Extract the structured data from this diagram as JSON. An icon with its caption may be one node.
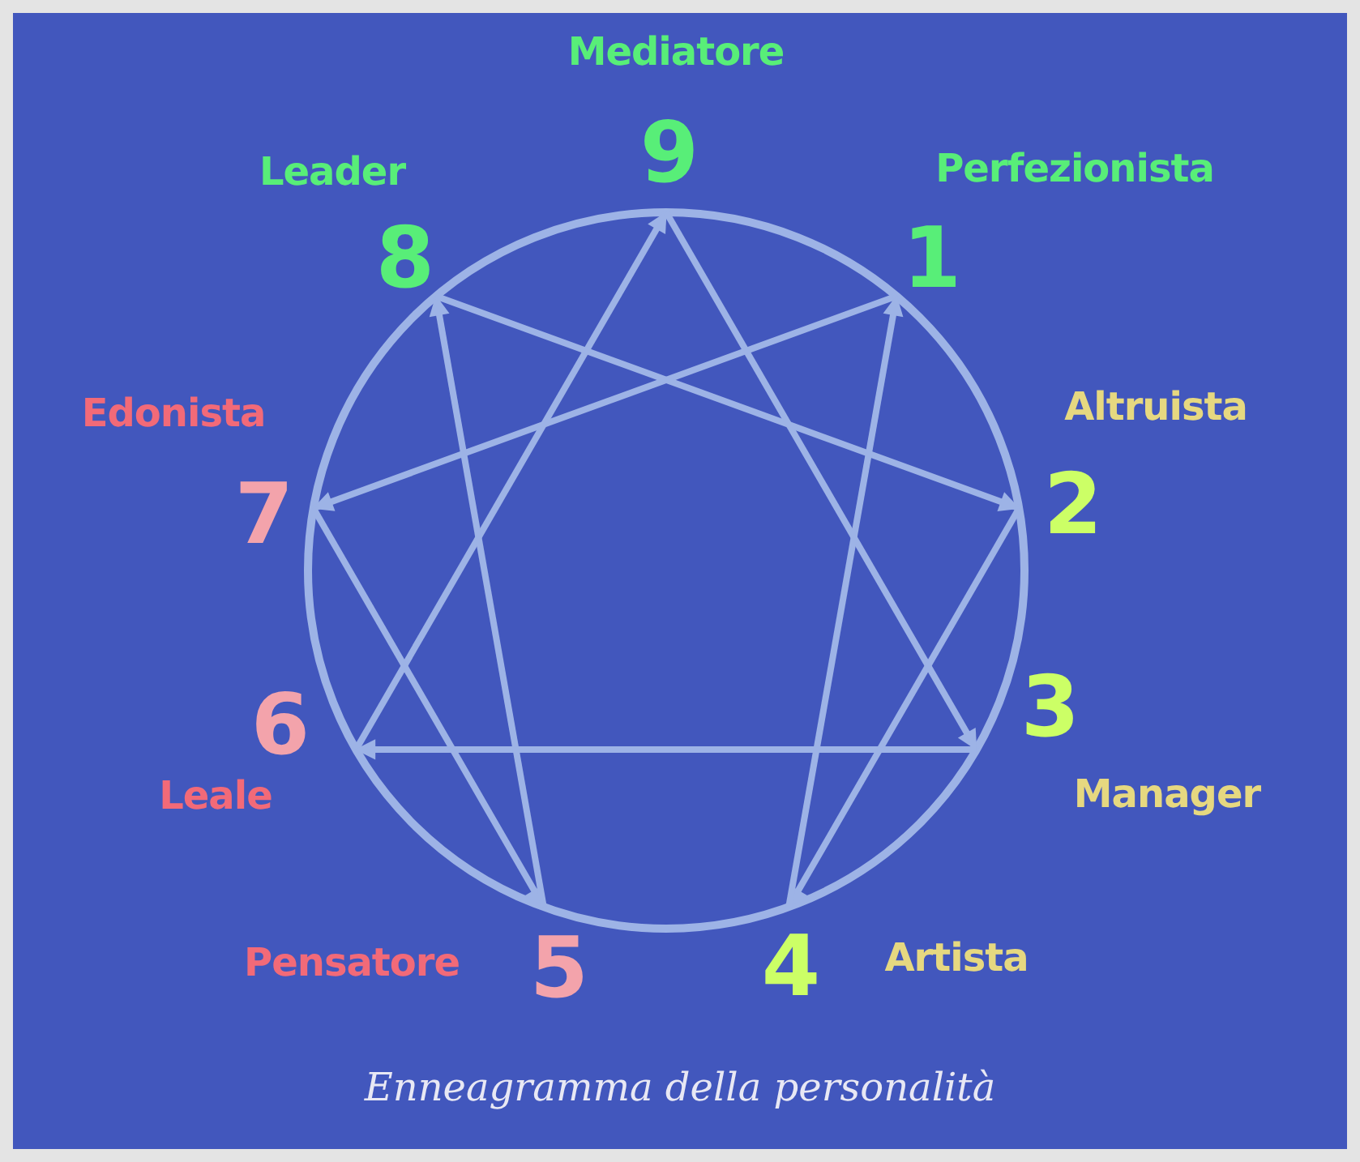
{
  "diagram": {
    "caption": "Enneagramma della personalità",
    "nodes": [
      {
        "text": [
          "9"
        ],
        "beside": [
          "Mediatore"
        ]
      },
      {
        "text": [
          "8"
        ],
        "beside": [
          "Leader"
        ]
      },
      {
        "text": [
          "1"
        ],
        "beside": [
          "Perfezionista"
        ]
      },
      {
        "text": [
          "7"
        ],
        "beside": [
          "Edonista"
        ]
      },
      {
        "text": [
          "2"
        ],
        "beside": [
          "Altruista"
        ]
      },
      {
        "text": [
          "6"
        ],
        "beside": [
          "Leale"
        ]
      },
      {
        "text": [
          "3"
        ],
        "beside": [
          "Manager"
        ]
      },
      {
        "text": [
          "5"
        ],
        "beside": [
          "Pensatore"
        ]
      },
      {
        "text": [
          "4"
        ],
        "beside": [
          "Artista"
        ]
      }
    ],
    "edges": [
      {
        "from": 5,
        "to": 0,
        "arrow": "to"
      },
      {
        "from": 0,
        "to": 6,
        "arrow": "to"
      },
      {
        "from": 6,
        "to": 5,
        "arrow": "to"
      },
      {
        "from": 2,
        "to": 3,
        "arrow": "to"
      },
      {
        "from": 3,
        "to": 7,
        "arrow": "to"
      },
      {
        "from": 7,
        "to": 1,
        "arrow": "to"
      },
      {
        "from": 1,
        "to": 4,
        "arrow": "to"
      },
      {
        "from": 4,
        "to": 8,
        "arrow": "to"
      },
      {
        "from": 8,
        "to": 2,
        "arrow": "to"
      }
    ]
  }
}
